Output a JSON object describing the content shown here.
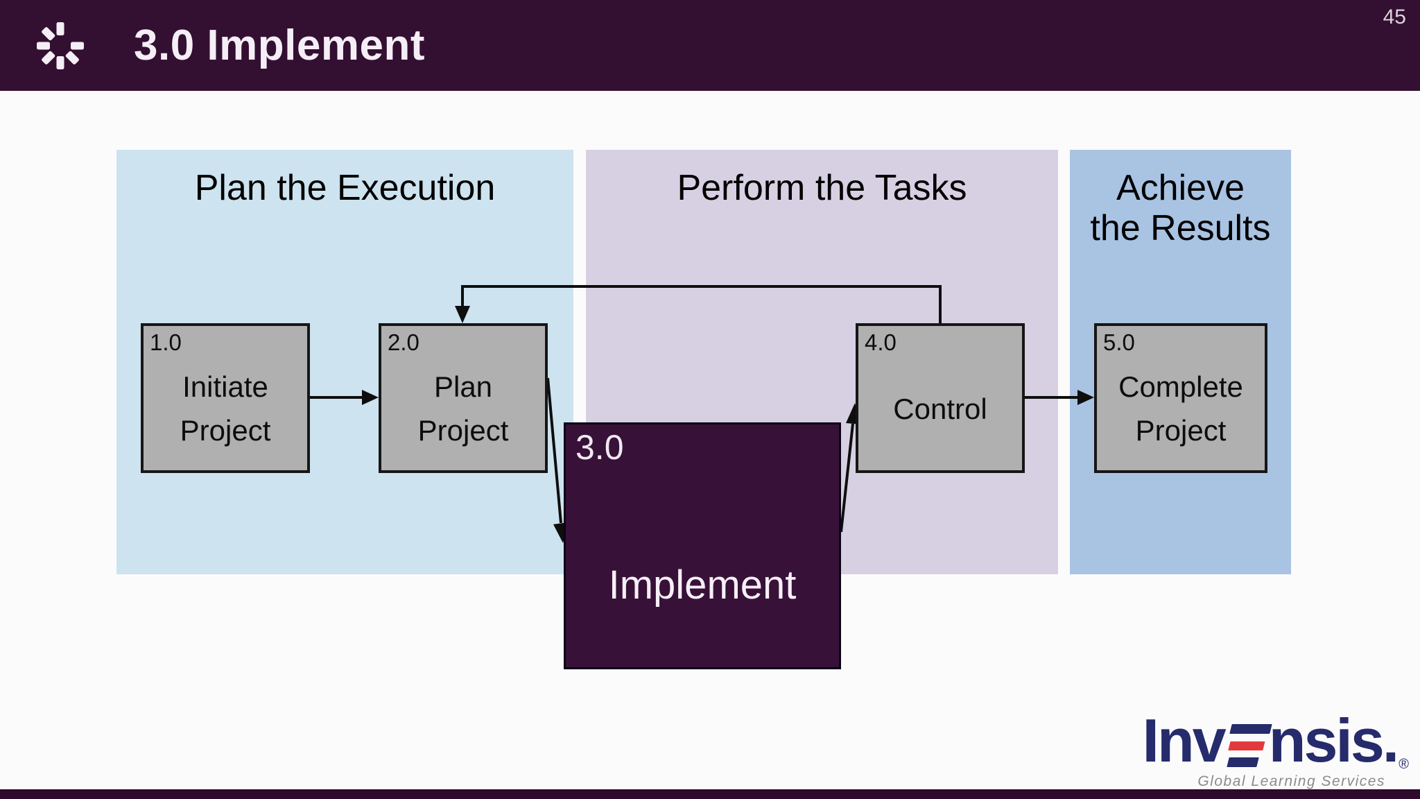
{
  "page_number": "45",
  "header": {
    "title": "3.0 Implement"
  },
  "panels": {
    "plan": {
      "title": "Plan the Execution"
    },
    "perform": {
      "title": "Perform the Tasks"
    },
    "achieve": {
      "title": "Achieve the Results"
    }
  },
  "boxes": {
    "initiate": {
      "number": "1.0",
      "label": "Initiate Project"
    },
    "plan": {
      "number": "2.0",
      "label": "Plan Project"
    },
    "control": {
      "number": "4.0",
      "label": "Control"
    },
    "complete": {
      "number": "5.0",
      "label": "Complete Project"
    }
  },
  "highlight": {
    "number": "3.0",
    "label": "Implement"
  },
  "logo": {
    "part1": "Inv",
    "part2": "nsis",
    "suffix": ".",
    "registered": "®",
    "tagline": "Global Learning Services"
  },
  "colors": {
    "header_bg": "#330f32",
    "implement_bg": "#381139",
    "footer_bg": "#2e0a2d",
    "panel_plan_bg": "#cde3ef",
    "panel_perform_bg": "#d7d0e3",
    "panel_achieve_bg": "#a9c3e3",
    "process_box_bg": "#b0b0b0",
    "connector": "#0e0e0e",
    "logo_navy": "#252b6b",
    "logo_red": "#e23a3c"
  }
}
